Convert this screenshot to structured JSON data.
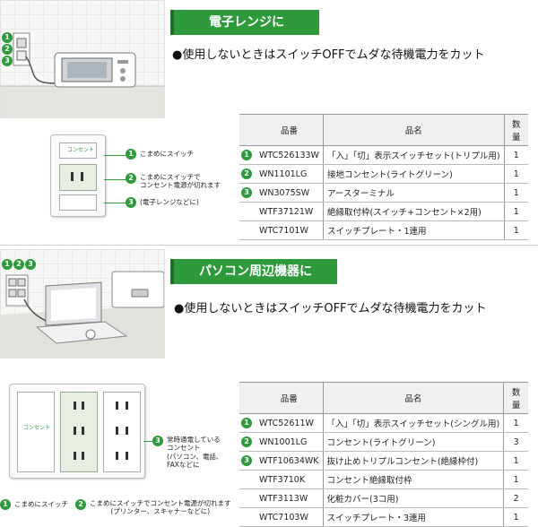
{
  "section1": {
    "banner": "電子レンジに",
    "description": "●使用しないときはスイッチOFFでムダな待機電力をカット",
    "markers": [
      "1",
      "2",
      "3"
    ],
    "callouts": [
      {
        "num": "1",
        "text": "こまめにスイッチ"
      },
      {
        "num": "2",
        "text": "こまめにスイッチで\nコンセント電源が切れます"
      },
      {
        "num": "3",
        "text": "(電子レンジなどに)"
      }
    ],
    "table": {
      "headers": [
        "品番",
        "品名",
        "数量"
      ],
      "rows": [
        {
          "mark": "1",
          "code": "WTC526133W",
          "name": "「入」「切」表示スイッチセット(トリプル用)",
          "qty": "1"
        },
        {
          "mark": "2",
          "code": "WN1101LG",
          "name": "接地コンセント(ライトグリーン)",
          "qty": "1"
        },
        {
          "mark": "3",
          "code": "WN3075SW",
          "name": "アースターミナル",
          "qty": "1"
        },
        {
          "mark": "",
          "code": "WTF37121W",
          "name": "絶縁取付枠(スイッチ+コンセント×2用)",
          "qty": "1"
        },
        {
          "mark": "",
          "code": "WTC7101W",
          "name": "スイッチプレート・1連用",
          "qty": "1"
        }
      ]
    }
  },
  "section2": {
    "banner": "パソコン周辺機器に",
    "description": "●使用しないときはスイッチOFFでムダな待機電力をカット",
    "markers": [
      "1",
      "2",
      "3"
    ],
    "callouts": [
      {
        "num": "3",
        "text": "常時通電している\nコンセント\n(パソコン、電話、\nFAXなどに"
      },
      {
        "num": "1",
        "text": "こまめにスイッチ"
      },
      {
        "num": "2",
        "text": "こまめにスイッチでコンセント電源が切れます\n(プリンター、スキャナーなどに)"
      }
    ],
    "table": {
      "headers": [
        "品番",
        "品名",
        "数量"
      ],
      "rows": [
        {
          "mark": "1",
          "code": "WTC52611W",
          "name": "「入」「切」表示スイッチセット(シングル用)",
          "qty": "1"
        },
        {
          "mark": "2",
          "code": "WN1001LG",
          "name": "コンセント(ライトグリーン)",
          "qty": "3"
        },
        {
          "mark": "3",
          "code": "WTF10634WK",
          "name": "抜け止めトリプルコンセント(絶縁枠付)",
          "qty": "1"
        },
        {
          "mark": "",
          "code": "WTF3710K",
          "name": "コンセント絶縁取付枠",
          "qty": "1"
        },
        {
          "mark": "",
          "code": "WTF3113W",
          "name": "化粧カバー(3コ用)",
          "qty": "2"
        },
        {
          "mark": "",
          "code": "WTC7103W",
          "name": "スイッチプレート・3連用",
          "qty": "1"
        }
      ]
    }
  },
  "plate_label": "コンセント",
  "colors": {
    "accent": "#2e9a3b",
    "accent_dark": "#1d6f27"
  }
}
